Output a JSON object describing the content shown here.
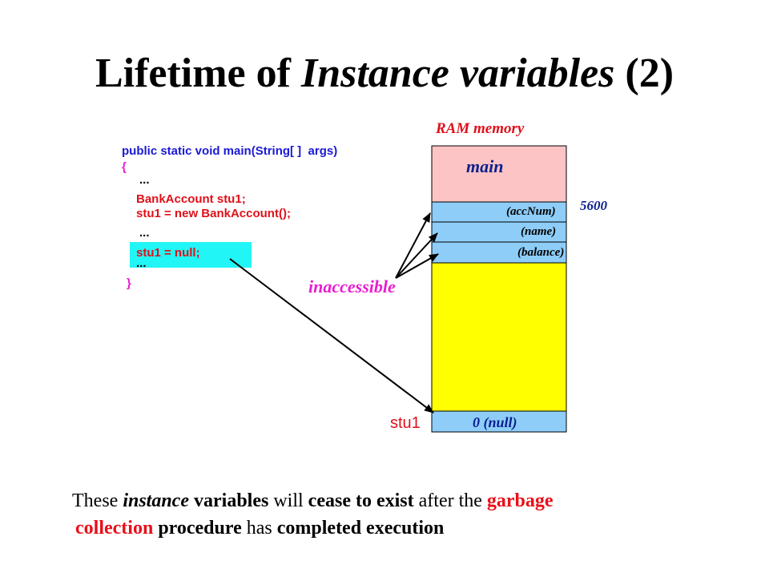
{
  "slide": {
    "title_part1": "Lifetime of",
    "title_italic": "Instance variables",
    "title_part2": "(2)"
  },
  "code": {
    "line1": "public static void main(String[ ]  args)",
    "line2": "{",
    "line3": "...",
    "line4": "BankAccount stu1;",
    "line5": "stu1 = new BankAccount();",
    "line6": "...",
    "line7": "stu1 = null;",
    "line8": "...",
    "line9": "}"
  },
  "memory": {
    "header": "RAM memory",
    "main_label": "main",
    "address": "5600",
    "fields": [
      "(accNum)",
      "(name)",
      "(balance)"
    ],
    "var_label": "stu1",
    "var_value": "0 (null)",
    "inaccessible_label": "inaccessible"
  },
  "caption": {
    "t1": "These",
    "t2": "instance",
    "t3": "variables",
    "t4": "will",
    "t5": "cease to exist",
    "t6": "after the",
    "t7": "garbage",
    "t8": "collection",
    "t9": "procedure",
    "t10": "has",
    "t11": "completed execution"
  },
  "colors": {
    "main_block": "#fcc4c4",
    "field_cells": "#8ecdf8",
    "heap": "#ffff00",
    "highlight": "#22f5f5",
    "accent_red": "#e0101a",
    "code_blue": "#1a1ad6",
    "magenta": "#e81ecf",
    "navy": "#0b1f8f"
  }
}
